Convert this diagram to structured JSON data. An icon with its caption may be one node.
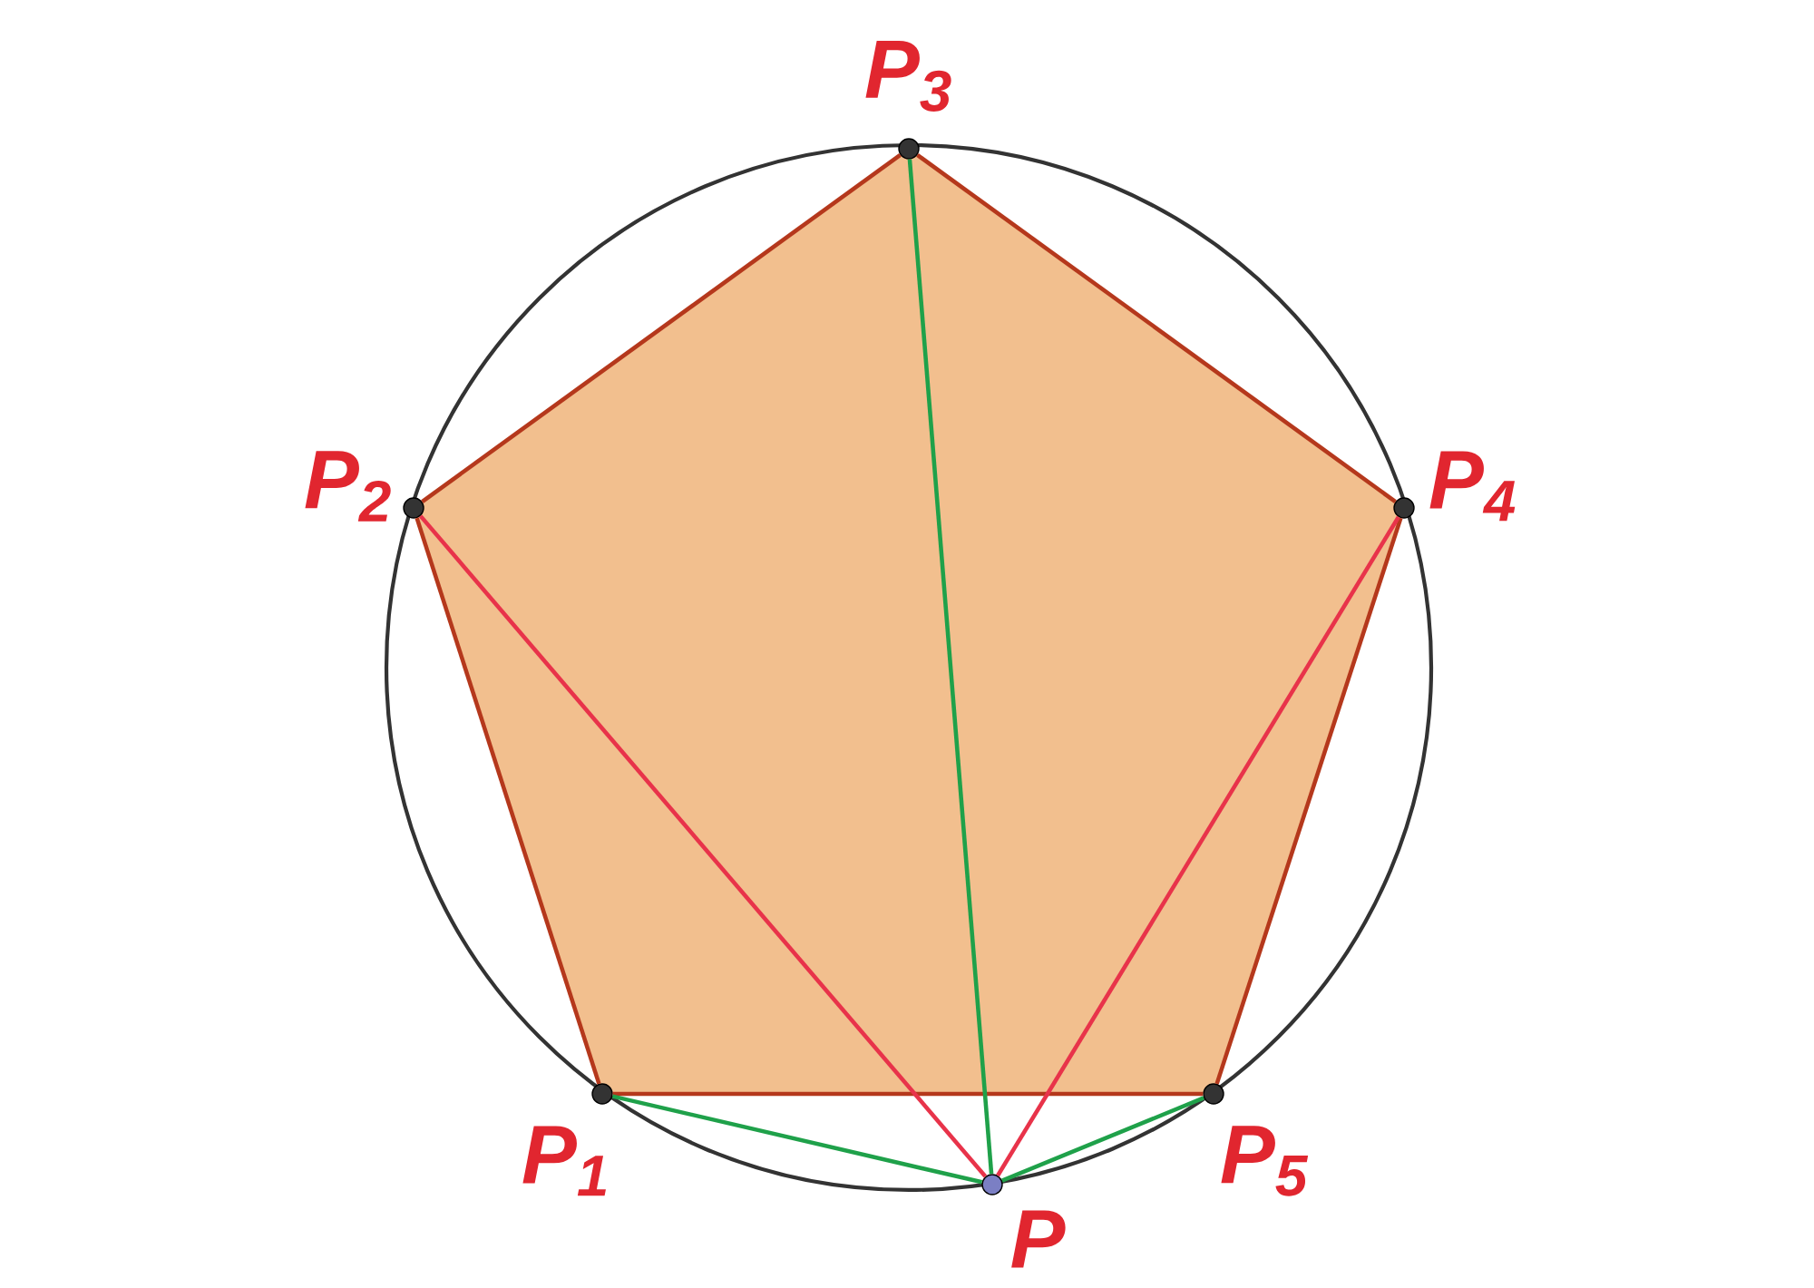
{
  "diagram": {
    "nodes": [
      {
        "text": [],
        "shape": "circle",
        "beside": [
          "P$_{1}$"
        ]
      },
      {
        "text": [],
        "shape": "circle",
        "beside": [
          "P$_{2}$"
        ]
      },
      {
        "text": [],
        "shape": "circle",
        "beside": [
          "P$_{3}$"
        ]
      },
      {
        "text": [],
        "shape": "circle",
        "beside": [
          "P$_{4}$"
        ]
      },
      {
        "text": [],
        "shape": "circle",
        "beside": [
          "P$_{5}$"
        ]
      },
      {
        "text": [],
        "shape": "circle",
        "beside": [
          "P"
        ]
      }
    ],
    "edges": [
      {
        "from": 0,
        "to": 1,
        "arrow": "none"
      },
      {
        "from": 1,
        "to": 2,
        "arrow": "none"
      },
      {
        "from": 2,
        "to": 3,
        "arrow": "none"
      },
      {
        "from": 3,
        "to": 4,
        "arrow": "none"
      },
      {
        "from": 4,
        "to": 0,
        "arrow": "none"
      },
      {
        "from": 5,
        "to": 0,
        "arrow": "none",
        "color": "#1fa14a"
      },
      {
        "from": 5,
        "to": 2,
        "arrow": "none",
        "color": "#1fa14a"
      },
      {
        "from": 5,
        "to": 4,
        "arrow": "none",
        "color": "#1fa14a"
      },
      {
        "from": 5,
        "to": 1,
        "arrow": "none",
        "color": "#e8334a"
      },
      {
        "from": 5,
        "to": 3,
        "arrow": "none",
        "color": "#e8334a"
      }
    ]
  }
}
